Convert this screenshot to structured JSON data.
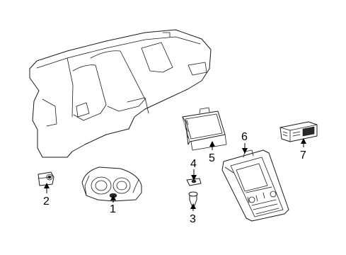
{
  "callouts": [
    {
      "id": "1",
      "text": "1"
    },
    {
      "id": "2",
      "text": "2"
    },
    {
      "id": "3",
      "text": "3"
    },
    {
      "id": "4",
      "text": "4"
    },
    {
      "id": "5",
      "text": "5"
    },
    {
      "id": "6",
      "text": "6"
    },
    {
      "id": "7",
      "text": "7"
    }
  ],
  "colors": {
    "line": "#1a1a1a",
    "background": "#ffffff"
  }
}
